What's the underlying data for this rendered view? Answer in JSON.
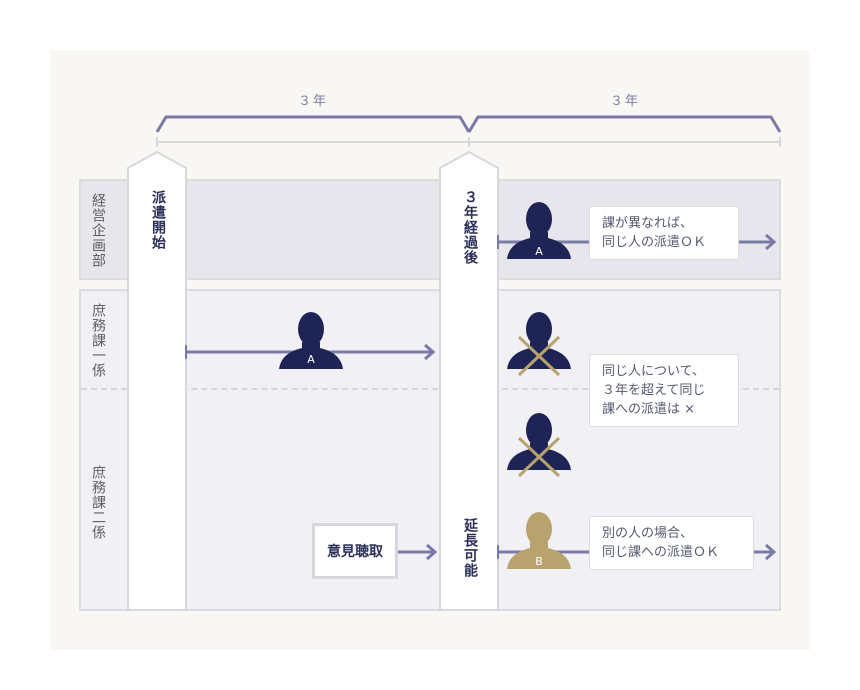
{
  "timeline": {
    "period1": "３年",
    "period2": "３年"
  },
  "rows": {
    "keiei": "経営企画部",
    "shomu1": "庶務課一係",
    "shomu2": "庶務課二係"
  },
  "columns": {
    "start": "派遣開始",
    "after3": "３年経過後",
    "extend": "延長可能"
  },
  "hearing": "意見聴取",
  "people": {
    "a": "A",
    "b": "B"
  },
  "notes": {
    "different_section": [
      "課が異なれば、",
      "同じ人の派遣ＯＫ"
    ],
    "same_person": [
      "同じ人について、",
      "３年を超えて同じ",
      "課への派遣は ×"
    ],
    "different_person": [
      "別の人の場合、",
      "同じ課への派遣ＯＫ"
    ]
  },
  "colors": {
    "navy": "#1f2457",
    "gold": "#b8a36e",
    "line": "#7a7aa6"
  }
}
